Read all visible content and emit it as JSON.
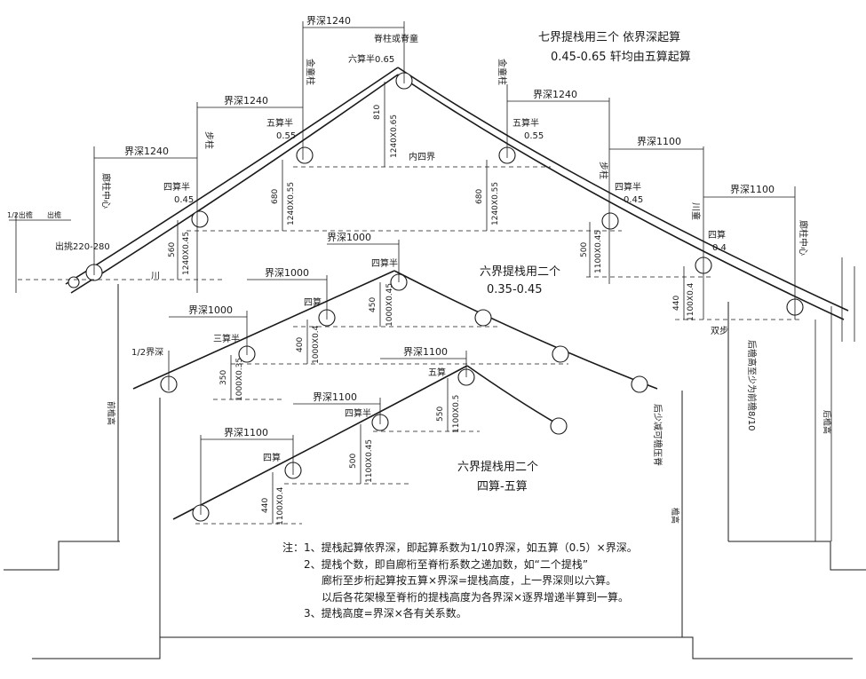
{
  "heading": {
    "line1": "七界提栈用三个  依界深起算",
    "line2": "0.45-0.65       轩均由五算起算"
  },
  "truss7": {
    "spans": [
      "界深1240",
      "界深1240",
      "界深1240",
      "界深1240",
      "界深1100",
      "界深1100"
    ],
    "ridge": "脊柱或脊童",
    "ridge_coef": "六算半0.65",
    "jin_tong_left": "金童柱",
    "jin_tong_right": "金童柱",
    "bu_zhu_left": "步柱",
    "bu_zhu_right": "步柱",
    "lang_zhu_left": "廊柱中心",
    "lang_zhu_right": "廊柱中心",
    "chuan_tong": "川童",
    "coef_l1": "五算半",
    "coef_l1v": "0.55",
    "coef_l2": "四算半",
    "coef_l2v": "0.45",
    "coef_r1": "五算半",
    "coef_r1v": "0.55",
    "coef_r2": "四算半",
    "coef_r2v": "0.45",
    "coef_r3": "四算",
    "coef_r3v": "0.4",
    "inner": "内四界",
    "chuan": "川",
    "shuang_bu": "双步",
    "overhang": "出挑220-280",
    "half_overhang": "1/2出檐",
    "eave_small": "出檐",
    "dim_810": "810",
    "dim_810f": "1240X0.65",
    "dim_680l": "680",
    "dim_680lf": "1240X0.55",
    "dim_680r": "680",
    "dim_680rf": "1240X0.55",
    "dim_560": "560",
    "dim_560f": "1240X0.45",
    "dim_500": "500",
    "dim_500f": "1100X0.45",
    "dim_440": "440",
    "dim_440f": "1100X0.4",
    "front_eave": "前檐高",
    "back_eave": "后檐高",
    "back_note": "后檐高至少为前檐8/10"
  },
  "truss6a": {
    "spans": [
      "界深1000",
      "界深1000",
      "界深1000"
    ],
    "title": "六界提栈用二个",
    "range": "0.35-0.45",
    "top": "四算半",
    "c1": "四算",
    "c2": "三算半",
    "half": "1/2界深",
    "dim_450": "450",
    "dim_450f": "1000X0.45",
    "dim_400": "400",
    "dim_400f": "1000X0.4",
    "dim_350": "350",
    "dim_350f": "1000X0.35"
  },
  "truss6b": {
    "spans": [
      "界深1100",
      "界深1100",
      "界深1100"
    ],
    "title": "六界提栈用二个",
    "range": "四算-五算",
    "top": "五算",
    "c1": "四算半",
    "c2": "四算",
    "dim_550": "550",
    "dim_550f": "1100X0.5",
    "dim_500": "500",
    "dim_500f": "1100X0.45",
    "dim_440": "440",
    "dim_440f": "1100X0.4",
    "side_note": "后少减可檐压脊",
    "eave": "檐高"
  },
  "notes": [
    "注：1、提栈起算依界深，即起算系数为1/10界深，如五算（0.5）×界深。",
    "2、提栈个数，即自廊桁至脊桁系数之递加数，如“二个提栈”",
    "廊桁至步桁起算按五算×界深=提栈高度，上一界深则以六算。",
    "以后各花架椽至脊桁的提栈高度为各界深×逐界增递半算到一算。",
    "3、提栈高度=界深×各有关系数。"
  ]
}
